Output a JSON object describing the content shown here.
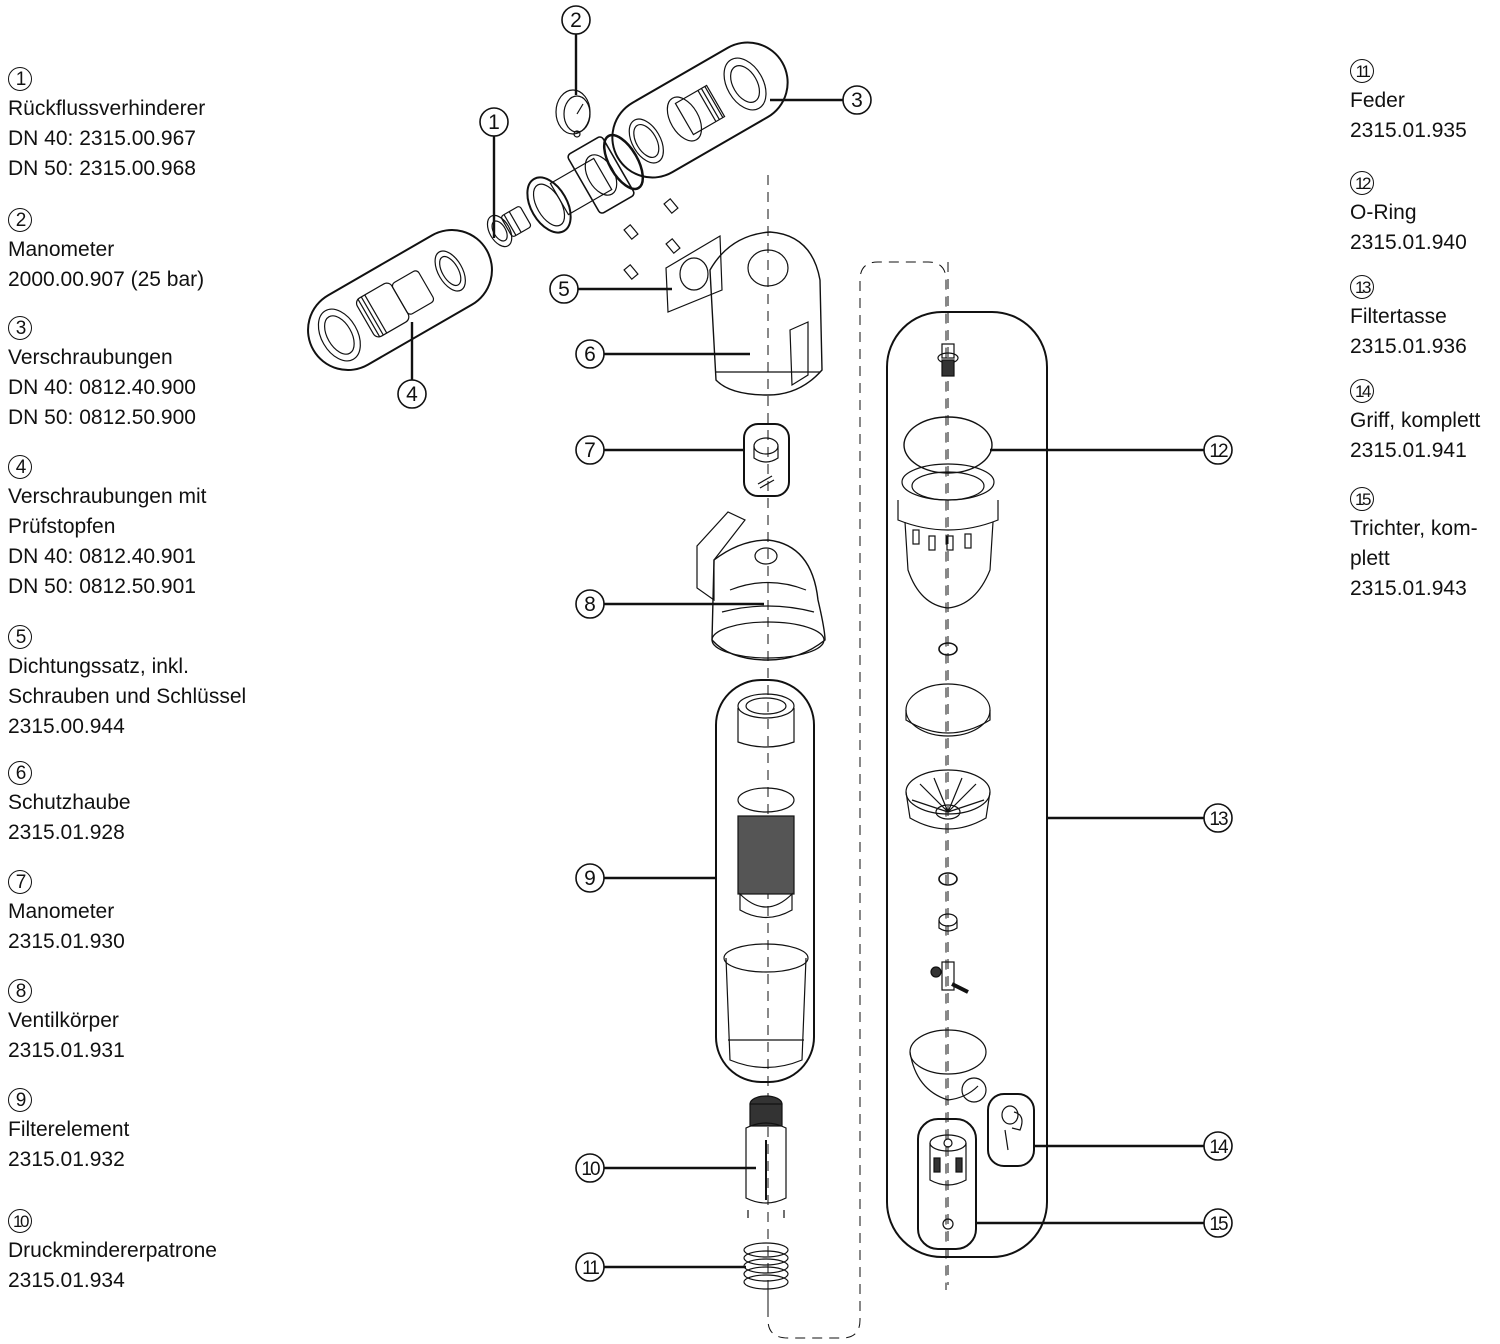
{
  "title": "Exploded parts diagram – filter / pressure reducer spare parts",
  "legend_left": [
    {
      "num": "1",
      "lines": [
        "Rückflussverhinderer",
        "DN 40: 2315.00.967",
        "DN 50: 2315.00.968"
      ]
    },
    {
      "num": "2",
      "lines": [
        "Manometer",
        "2000.00.907 (25 bar)"
      ]
    },
    {
      "num": "3",
      "lines": [
        "Verschraubungen",
        "DN 40: 0812.40.900",
        "DN 50: 0812.50.900"
      ]
    },
    {
      "num": "4",
      "lines": [
        "Verschraubungen mit",
        "Prüfstopfen",
        "DN 40: 0812.40.901",
        "DN 50: 0812.50.901"
      ]
    },
    {
      "num": "5",
      "lines": [
        "Dichtungssatz, inkl.",
        "Schrauben und Schlüssel",
        "2315.00.944"
      ]
    },
    {
      "num": "6",
      "lines": [
        "Schutzhaube",
        "2315.01.928"
      ]
    },
    {
      "num": "7",
      "lines": [
        "Manometer",
        "2315.01.930"
      ]
    },
    {
      "num": "8",
      "lines": [
        "Ventilkörper",
        "2315.01.931"
      ]
    },
    {
      "num": "9",
      "lines": [
        "Filterelement",
        "2315.01.932"
      ]
    },
    {
      "num": "10",
      "lines": [
        "Druckmindererpatrone",
        "2315.01.934"
      ]
    }
  ],
  "legend_right": [
    {
      "num": "11",
      "lines": [
        "Feder",
        "2315.01.935"
      ]
    },
    {
      "num": "12",
      "lines": [
        "O-Ring",
        "2315.01.940"
      ]
    },
    {
      "num": "13",
      "lines": [
        "Filtertasse",
        "2315.01.936"
      ]
    },
    {
      "num": "14",
      "lines": [
        "Griff, komplett",
        "2315.01.941"
      ]
    },
    {
      "num": "15",
      "lines": [
        "Trichter, kom-",
        "plett",
        "2315.01.943"
      ]
    }
  ],
  "callouts": {
    "c1": "1",
    "c2": "2",
    "c3": "3",
    "c4": "4",
    "c5": "5",
    "c6": "6",
    "c7": "7",
    "c8": "8",
    "c9": "9",
    "c10": "10",
    "c11": "11",
    "c12": "12",
    "c13": "13",
    "c14": "14",
    "c15": "15"
  }
}
